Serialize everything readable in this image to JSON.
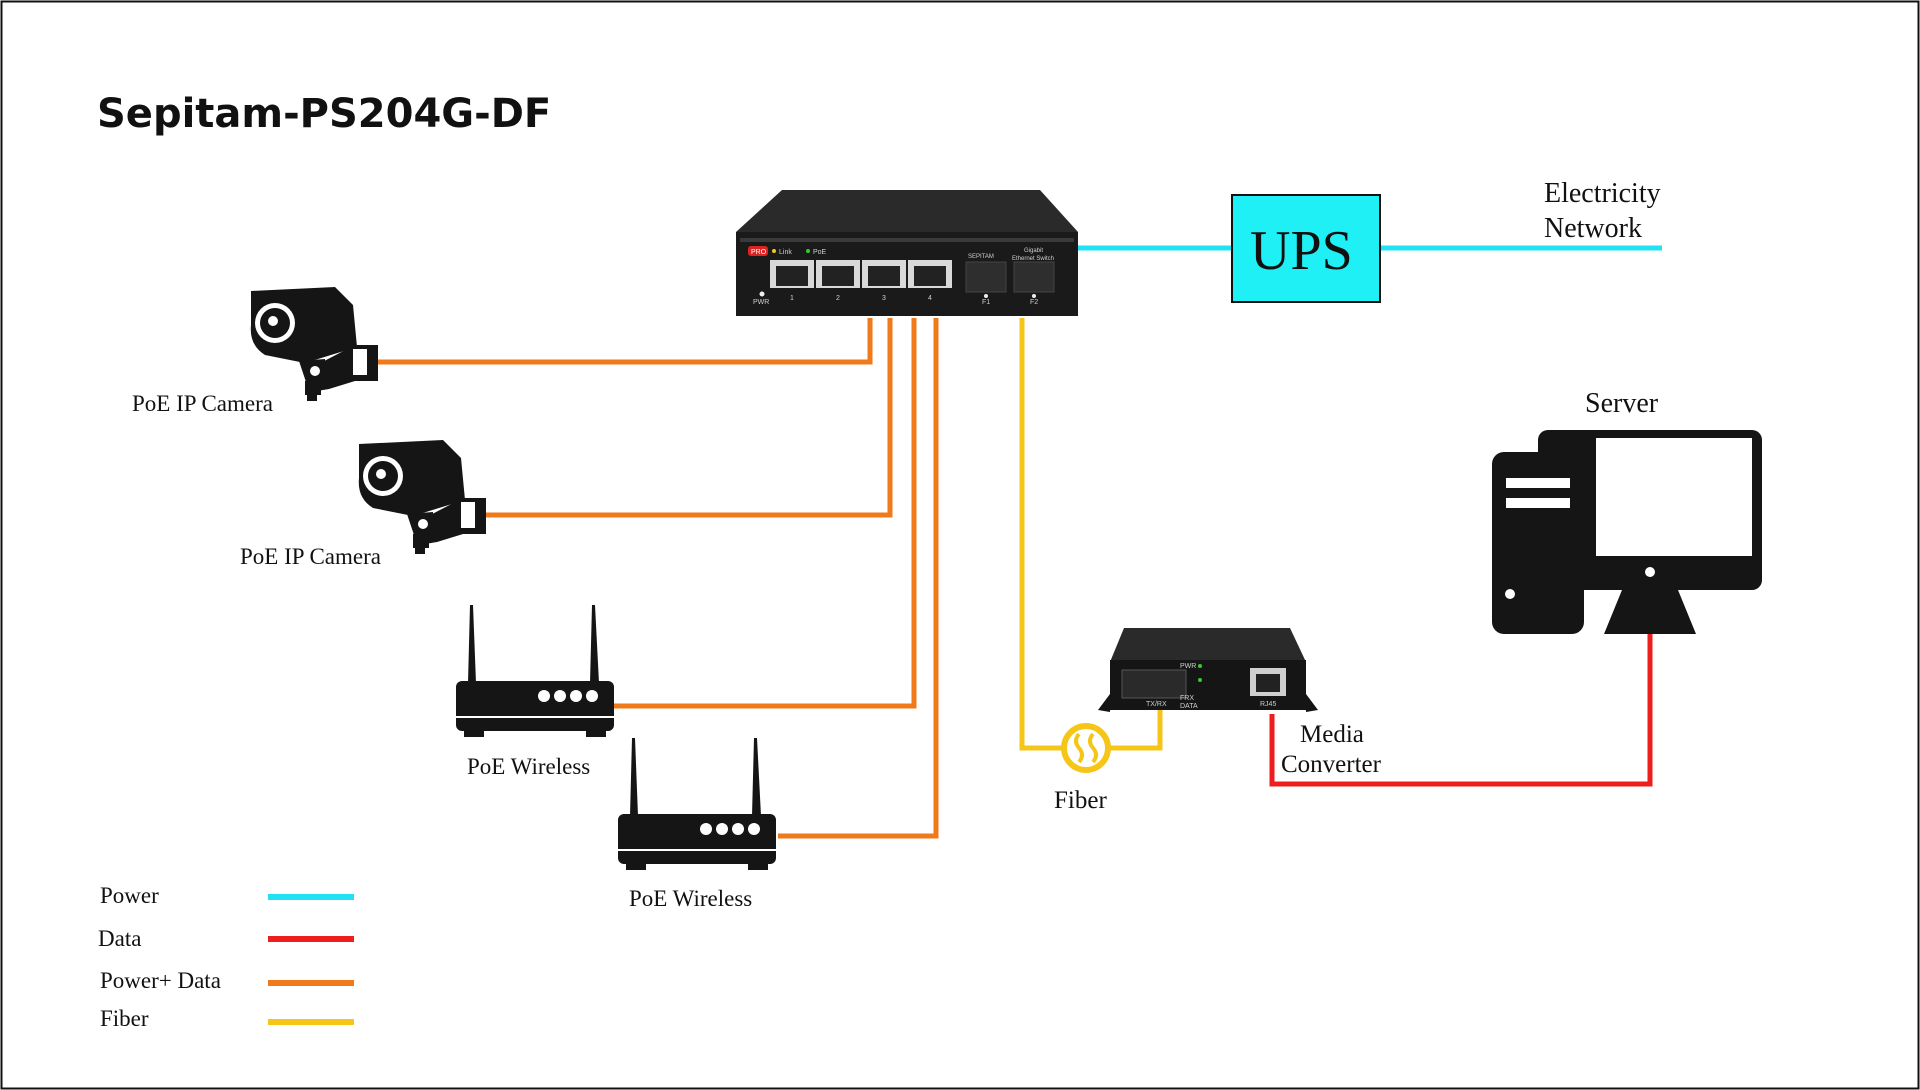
{
  "title": "Sepitam-PS204G-DF",
  "colors": {
    "power": "#22e1f4",
    "data": "#ee1e1e",
    "power_data": "#f07a1a",
    "fiber": "#f5c518",
    "ups_fill": "#1ef0f5",
    "device": "#151515"
  },
  "switch": {
    "pro_badge": "PRO",
    "link_label": "Link",
    "poe_label": "PoE",
    "pwr_label": "PWR",
    "port_numbers": [
      "1",
      "2",
      "3",
      "4"
    ],
    "fiber_ports": [
      "F1",
      "F2"
    ],
    "brand": "SEPITAM",
    "model_line1": "Gigabit",
    "model_line2": "Ethernet Switch"
  },
  "ups": {
    "label": "UPS"
  },
  "electricity": {
    "line1": "Electricity",
    "line2": "Network"
  },
  "devices": {
    "camera1": "PoE IP Camera",
    "camera2": "PoE IP Camera",
    "wireless1": "PoE Wireless",
    "wireless2": "PoE Wireless",
    "fiber": "Fiber",
    "media_converter_line1": "Media",
    "media_converter_line2": "Converter",
    "server": "Server"
  },
  "media_converter": {
    "txrx": "TX/RX",
    "pwr": "PWR",
    "frx": "FRX",
    "data": "DATA",
    "rj45": "RJ45"
  },
  "legend": [
    {
      "label": "Power",
      "color": "#22e1f4"
    },
    {
      "label": "Data",
      "color": "#ee1e1e"
    },
    {
      "label": "Power+ Data",
      "color": "#f07a1a"
    },
    {
      "label": "Fiber",
      "color": "#f5c518"
    }
  ]
}
